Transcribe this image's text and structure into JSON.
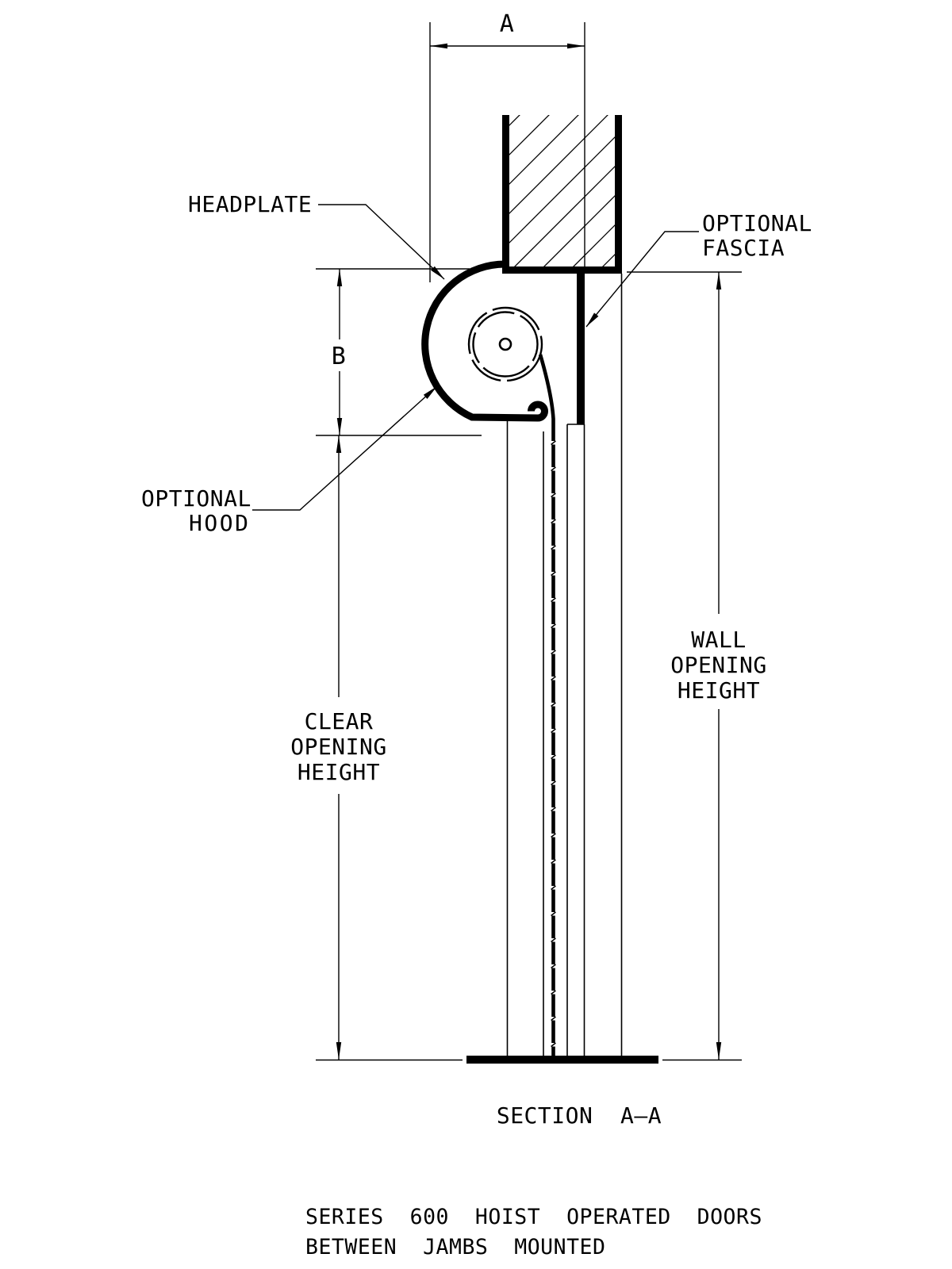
{
  "drawing": {
    "background": "#ffffff",
    "line_color": "#000000",
    "dimensions": {
      "width_label": "A",
      "roll_label": "B"
    },
    "callouts": {
      "headplate": "HEADPLATE",
      "fascia_line1": "OPTIONAL",
      "fascia_line2": "FASCIA",
      "hood_line1": "OPTIONAL",
      "hood_line2": "HOOD"
    },
    "dim_texts": {
      "wall_line1": "WALL",
      "wall_line2": "OPENING",
      "wall_line3": "HEIGHT",
      "clear_line1": "CLEAR",
      "clear_line2": "OPENING",
      "clear_line3": "HEIGHT"
    },
    "section_label": "SECTION  A–A",
    "title_line1": "SERIES  600  HOIST  OPERATED  DOORS",
    "title_line2": "BETWEEN  JAMBS  MOUNTED"
  }
}
